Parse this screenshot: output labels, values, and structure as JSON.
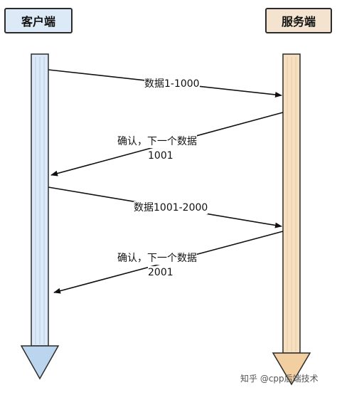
{
  "participants": {
    "client": "客户端",
    "server": "服务端"
  },
  "messages": [
    {
      "text": "数据1-1000",
      "direction": "client-to-server"
    },
    {
      "text_line1": "确认，下一个数据",
      "text_line2": "1001",
      "direction": "server-to-client"
    },
    {
      "text": "数据1001-2000",
      "direction": "client-to-server"
    },
    {
      "text_line1": "确认，下一个数据",
      "text_line2": "2001",
      "direction": "server-to-client"
    }
  ],
  "watermark": "知乎 @cpp后端技术",
  "colors": {
    "client": "#bcd5ee",
    "server": "#f2cfa0",
    "line": "#111111"
  }
}
